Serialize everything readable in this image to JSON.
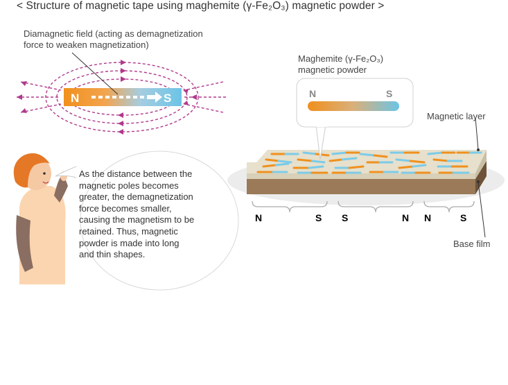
{
  "title": "< Structure of magnetic tape using maghemite (γ-Fe₂O₃) magnetic powder >",
  "diamagnetic_label": [
    "Diamagnetic field (acting as demagnetization",
    "force to weaken magnetization)"
  ],
  "bar_magnet": {
    "north": "N",
    "south": "S"
  },
  "maghemite_label": [
    "Maghemite (γ-Fe₂O₃)",
    "magnetic powder"
  ],
  "particle_callout": {
    "north": "N",
    "south": "S"
  },
  "magnetic_layer_label": "Magnetic layer",
  "base_film_label": "Base film",
  "tape_poles": [
    "N",
    "S",
    "S",
    "N",
    "N",
    "S"
  ],
  "speech_text": [
    "As the distance between the",
    "magnetic poles becomes",
    "greater, the demagnetization",
    "force becomes smaller,",
    "causing the magnetism to be",
    "retained. Thus, magnetic",
    "powder is made into long",
    "and thin shapes."
  ],
  "colors": {
    "north": "#f0901e",
    "south": "#7ccbe8",
    "field_lines": "#b0398c",
    "base_film": "#9a7a58",
    "magnetic_layer": "#e6e0cc"
  }
}
